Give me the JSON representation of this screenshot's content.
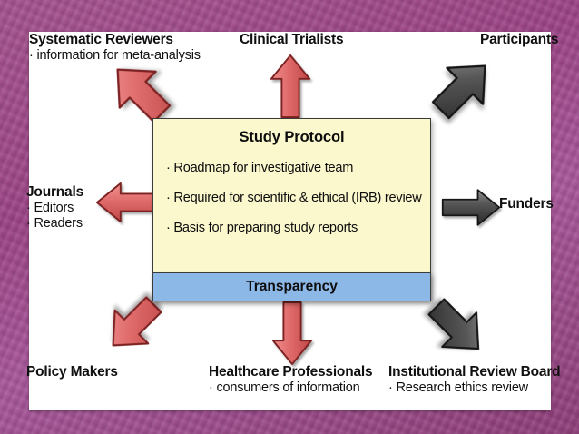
{
  "slide": {
    "border_color": "#a0488b",
    "canvas_color": "#ffffff"
  },
  "center": {
    "title": "Study Protocol",
    "bullets": [
      "· Roadmap for investigative team",
      "· Required for scientific & ethical (IRB) review",
      "· Basis for preparing study reports"
    ],
    "footer_label": "Transparency",
    "box_fill": "#fbf8cd",
    "footer_fill": "#8cb8e8",
    "border_color": "#3b3b3b"
  },
  "stakeholders": [
    {
      "id": "systematic-reviewers",
      "heading": "Systematic Reviewers",
      "sub": "· information for meta-analysis",
      "arrow": "up-left",
      "arrow_color": "#dd6060"
    },
    {
      "id": "clinical-trialists",
      "heading": "Clinical Trialists",
      "sub": "",
      "arrow": "up",
      "arrow_color": "#dd6060"
    },
    {
      "id": "participants",
      "heading": "Participants",
      "sub": "",
      "arrow": "up-right",
      "arrow_color": "#4a4a4a"
    },
    {
      "id": "journals",
      "heading": "Journals",
      "sub": "· Editors\n· Readers",
      "arrow": "left",
      "arrow_color": "#dd6060"
    },
    {
      "id": "funders",
      "heading": "Funders",
      "sub": "",
      "arrow": "right",
      "arrow_color": "#4a4a4a"
    },
    {
      "id": "policy-makers",
      "heading": "Policy Makers",
      "sub": "",
      "arrow": "down-left",
      "arrow_color": "#dd6060"
    },
    {
      "id": "healthcare-professionals",
      "heading": "Healthcare Professionals",
      "sub": "· consumers of information",
      "arrow": "down",
      "arrow_color": "#dd6060"
    },
    {
      "id": "institutional-review-board",
      "heading": "Institutional Review Board",
      "sub": "· Research ethics review",
      "arrow": "down-right",
      "arrow_color": "#4a4a4a"
    }
  ],
  "labels": {
    "journals_editors": "· Editors",
    "journals_readers": "· Readers"
  }
}
